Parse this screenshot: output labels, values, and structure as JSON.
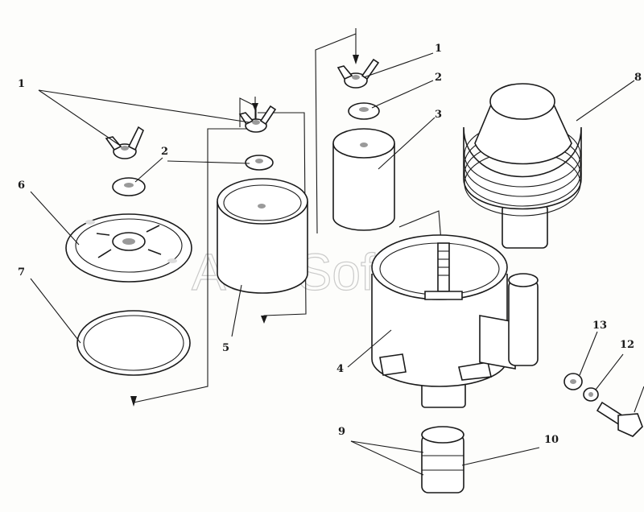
{
  "watermark": "AutoSoft",
  "callouts": {
    "c1a": "1",
    "c1b": "1",
    "c2a": "2",
    "c2b": "2",
    "c3": "3",
    "c4": "4",
    "c5": "5",
    "c6": "6",
    "c7": "7",
    "c8": "8",
    "c9": "9",
    "c10": "10",
    "c12": "12",
    "c13": "13"
  }
}
